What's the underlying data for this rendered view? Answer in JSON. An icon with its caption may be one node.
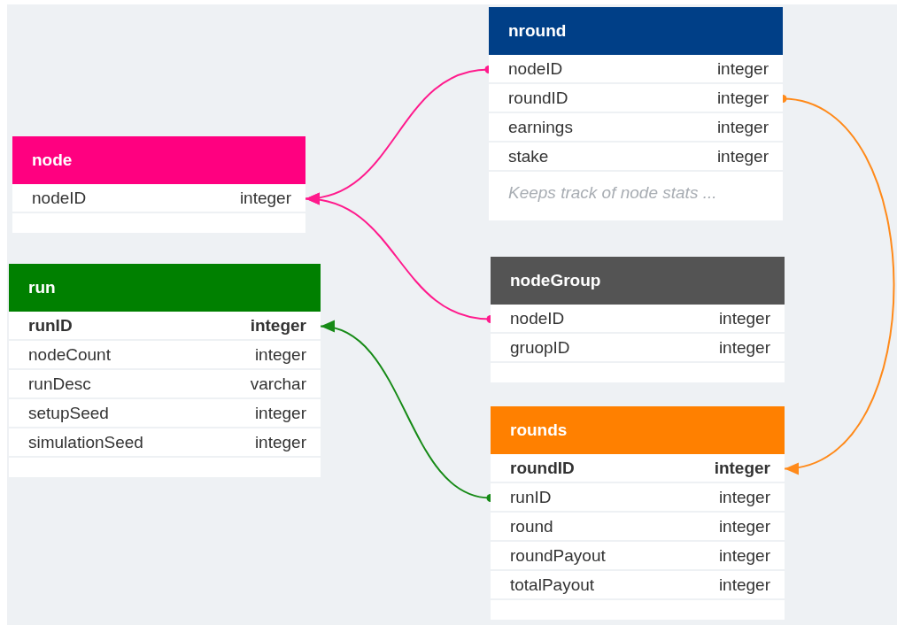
{
  "diagram": {
    "nodes": [
      {
        "text": [
          "nround",
          "Keeps track of node stats ..."
        ]
      },
      {
        "text": [
          "nodeID",
          "integer"
        ],
        "in": 0
      },
      {
        "text": [
          "roundID",
          "integer"
        ],
        "in": 0
      },
      {
        "text": [
          "earnings",
          "integer"
        ],
        "in": 0
      },
      {
        "text": [
          "stake",
          "integer"
        ],
        "in": 0
      },
      {
        "text": [
          "node"
        ]
      },
      {
        "text": [
          "nodeID",
          "integer"
        ],
        "in": 5
      },
      {
        "text": [
          "run"
        ]
      },
      {
        "text": [
          "runID",
          "integer"
        ],
        "in": 7
      },
      {
        "text": [
          "nodeCount",
          "integer"
        ],
        "in": 7
      },
      {
        "text": [
          "runDesc",
          "varchar"
        ],
        "in": 7
      },
      {
        "text": [
          "setupSeed",
          "integer"
        ],
        "in": 7
      },
      {
        "text": [
          "simulationSeed",
          "integer"
        ],
        "in": 7
      },
      {
        "text": [
          "nodeGroup"
        ]
      },
      {
        "text": [
          "nodeID",
          "integer"
        ],
        "in": 13
      },
      {
        "text": [
          "gruopID",
          "integer"
        ],
        "in": 13
      },
      {
        "text": [
          "rounds"
        ]
      },
      {
        "text": [
          "roundID",
          "integer"
        ],
        "in": 16
      },
      {
        "text": [
          "runID",
          "integer"
        ],
        "in": 16
      },
      {
        "text": [
          "round",
          "integer"
        ],
        "in": 16
      },
      {
        "text": [
          "roundPayout",
          "integer"
        ],
        "in": 16
      },
      {
        "text": [
          "totalPayout",
          "integer"
        ],
        "in": 16
      }
    ],
    "edges": [
      {
        "from": 1,
        "to": 6,
        "arrow": "to",
        "color": "#ff1a8c"
      },
      {
        "from": 14,
        "to": 6,
        "arrow": "to",
        "color": "#ff1a8c"
      },
      {
        "from": 18,
        "to": 8,
        "arrow": "to",
        "color": "#168a16"
      },
      {
        "from": 2,
        "to": 17,
        "arrow": "to",
        "color": "#ff8a1a"
      }
    ]
  }
}
